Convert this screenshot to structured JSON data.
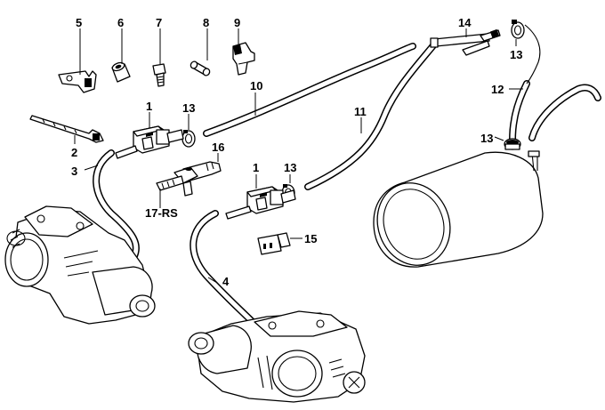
{
  "callouts": {
    "c5": "5",
    "c6": "6",
    "c7": "7",
    "c8": "8",
    "c9": "9",
    "c10": "10",
    "c14": "14",
    "c13a": "13",
    "c12": "12",
    "c1a": "1",
    "c13b": "13",
    "c11": "11",
    "c2": "2",
    "c3": "3",
    "c16": "16",
    "c17": "17-RS",
    "c1b": "1",
    "c13c": "13",
    "c13d": "13",
    "c15": "15",
    "c4": "4"
  }
}
